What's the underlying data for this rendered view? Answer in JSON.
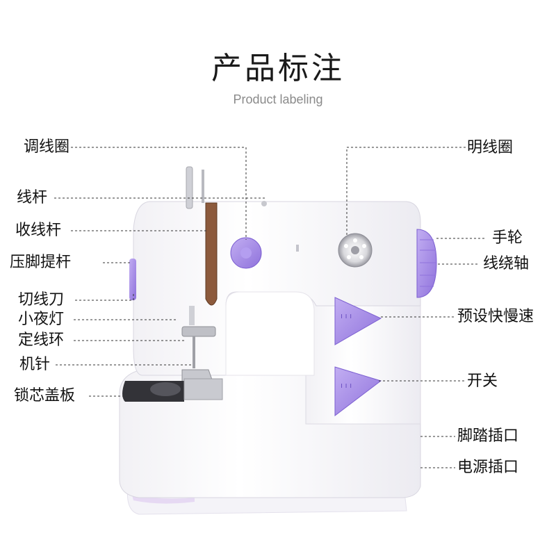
{
  "title": "产品标注",
  "subtitle": "Product labeling",
  "colors": {
    "body": "#ffffff",
    "accent_purple": "#a98ee8",
    "accent_purple_dark": "#7c5fd1",
    "shadow": "#e7e4ee",
    "leader_line": "#333333"
  },
  "labels_left": [
    "调线圈",
    "线杆",
    "收线杆",
    "压脚提杆",
    "切线刀",
    "小夜灯",
    "定线环",
    "机针",
    "锁芯盖板"
  ],
  "labels_right": [
    "明线圈",
    "手轮",
    "线绕轴",
    "预设快慢速",
    "开关",
    "脚踏插口",
    "电源插口"
  ],
  "button_markings": [
    "ı ı ı",
    "ı ı ı"
  ]
}
